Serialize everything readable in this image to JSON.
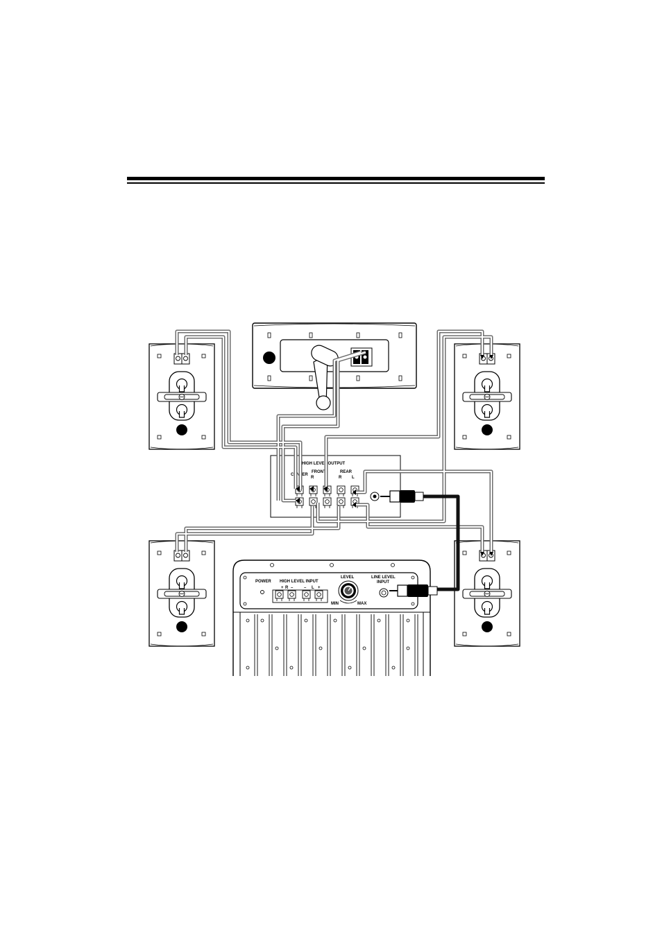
{
  "header_rule": true,
  "labels": {
    "high_level_output": "HIGH LEVEL OUTPUT",
    "center": "CENTER",
    "front": "FRONT",
    "front_r": "R",
    "rear": "REAR",
    "rear_r": "R",
    "rear_l": "L",
    "power": "POWER",
    "high_level_input": "HIGH LEVEL INPUT",
    "input_plus_1": "+",
    "input_r": "R",
    "input_minus_1": "–",
    "input_minus_2": "–",
    "input_l": "L",
    "input_plus_2": "+",
    "level": "LEVEL",
    "min": "MIN",
    "max": "MAX",
    "line_level_input_1": "LINE LEVEL",
    "line_level_input_2": "INPUT"
  },
  "colors": {
    "ink": "#000000",
    "wire_gray": "#6e6e6e",
    "wire_light": "#bdbdbd",
    "cable_dark": "#111111",
    "paper": "#ffffff"
  }
}
